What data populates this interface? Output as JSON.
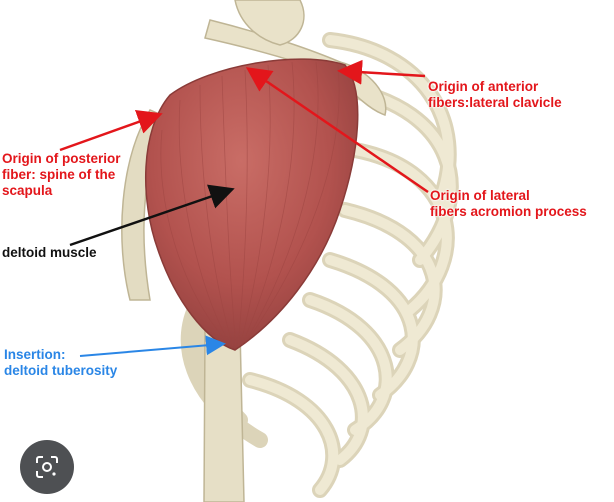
{
  "labels": {
    "anterior": "Origin of anterior\nfibers:lateral clavicle",
    "posterior": "Origin of posterior\nfiber: spine of the\nscapula",
    "lateral": "Origin of lateral\nfibers acromion process",
    "muscle": "deltoid muscle",
    "insertion": "Insertion:\ndeltoid tuberosity"
  },
  "colors": {
    "label_red": "#e3161b",
    "label_blue": "#2a86e6",
    "label_black": "#111111",
    "muscle": "#b85a55",
    "bone": "#e6dfc6"
  },
  "icons": {
    "lens": "lens-search-icon"
  }
}
